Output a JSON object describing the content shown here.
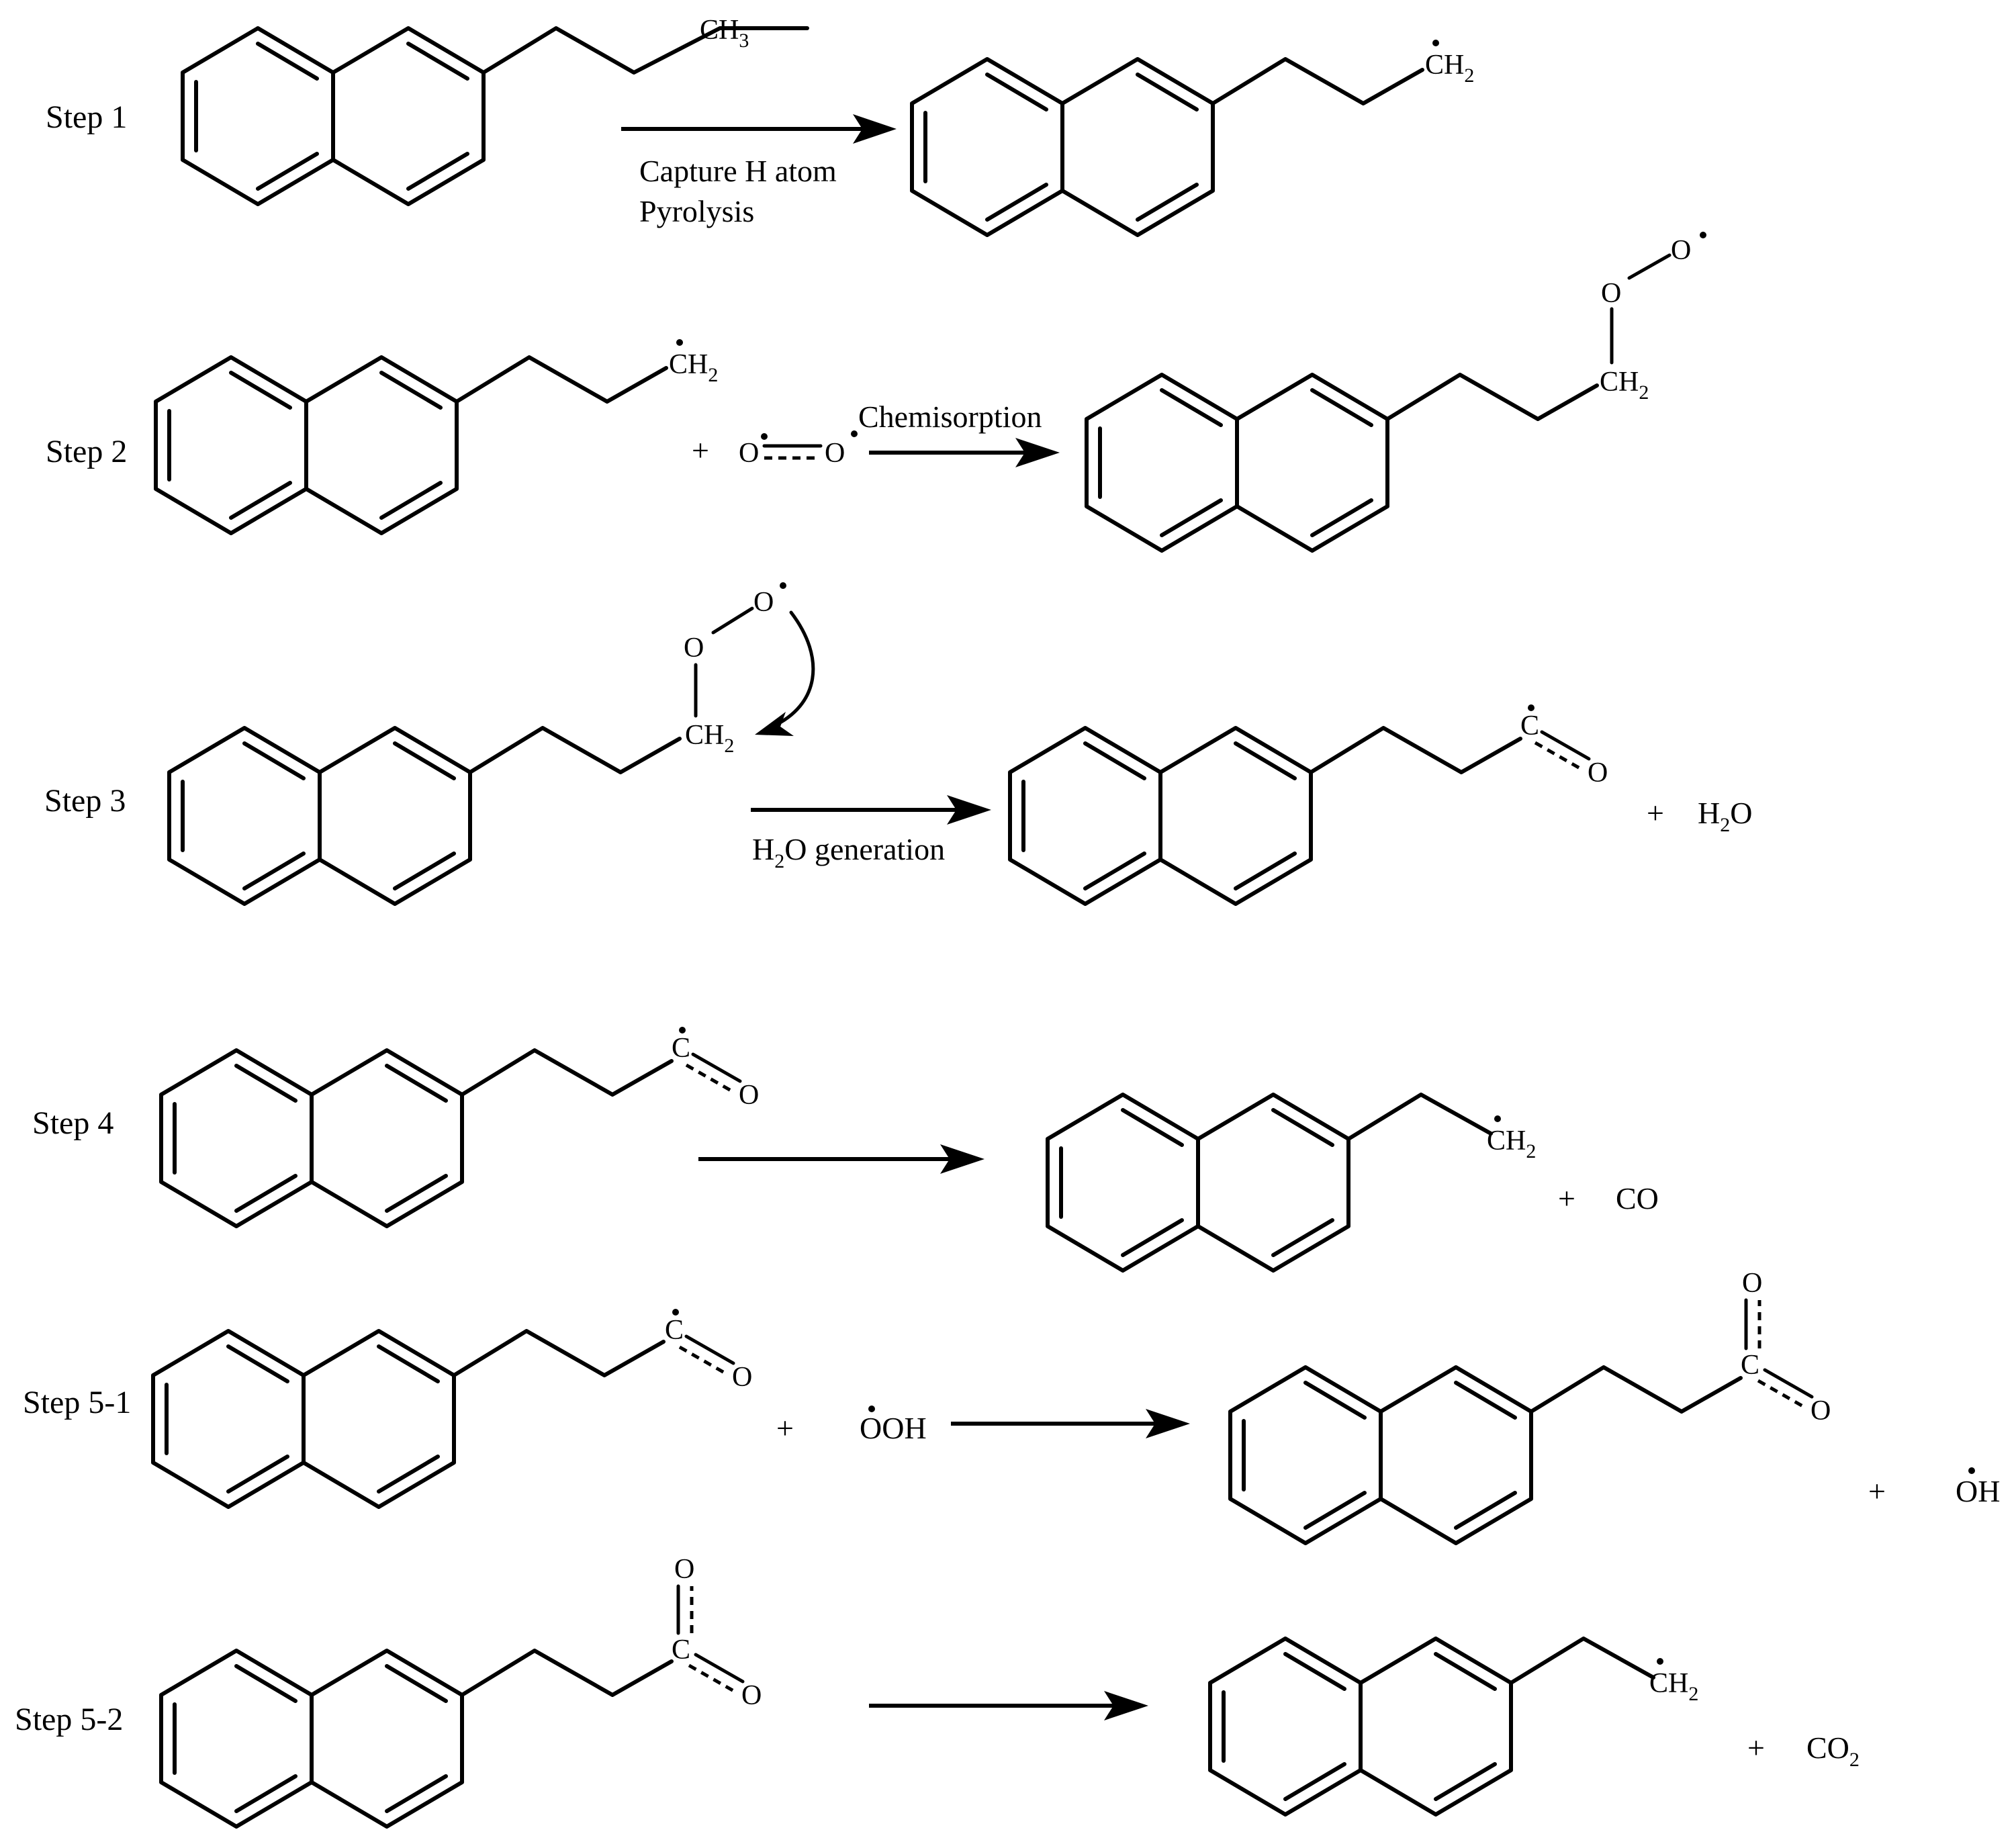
{
  "steps": [
    {
      "label": "Step 1",
      "condition_lines": [
        "Capture H atom",
        "Pyrolysis"
      ],
      "reactant_groups": [
        {
          "main": "CH",
          "sub": "3"
        }
      ],
      "product_groups": [
        {
          "main": "CH",
          "sub": "2",
          "radical": true
        }
      ],
      "byproduct": null
    },
    {
      "label": "Step 2",
      "condition_lines": [
        "Chemisorption"
      ],
      "reactant_groups": [
        {
          "main": "CH",
          "sub": "2",
          "radical": true
        }
      ],
      "co_reactant": "O=O diradical",
      "co_reactant_atoms": [
        "O",
        "O"
      ],
      "product_groups": [
        {
          "main": "CH",
          "sub": "2"
        },
        {
          "main": "O"
        },
        {
          "main": "O",
          "radical": true
        }
      ],
      "byproduct": null
    },
    {
      "label": "Step 3",
      "condition_lines": [
        {
          "pre": "H",
          "sub": "2",
          "post": "O generation"
        }
      ],
      "reactant_groups": [
        {
          "main": "CH",
          "sub": "2"
        },
        {
          "main": "O"
        },
        {
          "main": "O",
          "radical": true
        }
      ],
      "product_groups": [
        {
          "main": "C",
          "radical": true
        },
        {
          "main": "O"
        }
      ],
      "byproduct": {
        "pre": "H",
        "sub": "2",
        "post": "O"
      }
    },
    {
      "label": "Step 4",
      "condition_lines": [],
      "reactant_groups": [
        {
          "main": "C",
          "radical": true
        },
        {
          "main": "O"
        }
      ],
      "product_groups": [
        {
          "main": "CH",
          "sub": "2",
          "radical": true
        }
      ],
      "byproduct": {
        "pre": "CO",
        "sub": "",
        "post": ""
      }
    },
    {
      "label": "Step 5-1",
      "condition_lines": [],
      "reactant_groups": [
        {
          "main": "C",
          "radical": true
        },
        {
          "main": "O"
        }
      ],
      "co_reactant": "OOH",
      "product_groups": [
        {
          "main": "C"
        },
        {
          "main": "O"
        },
        {
          "main": "O"
        }
      ],
      "byproduct": {
        "pre": "OH",
        "sub": "",
        "post": "",
        "radical": true
      }
    },
    {
      "label": "Step 5-2",
      "condition_lines": [],
      "reactant_groups": [
        {
          "main": "C"
        },
        {
          "main": "O"
        },
        {
          "main": "O"
        }
      ],
      "product_groups": [
        {
          "main": "CH",
          "sub": "2",
          "radical": true
        }
      ],
      "byproduct": {
        "pre": "CO",
        "sub": "2",
        "post": ""
      }
    }
  ],
  "plus_sign": "+",
  "atom_O": "O",
  "atom_C": "C",
  "atom_CH": "CH",
  "sub_2": "2",
  "sub_3": "3",
  "ooh": "OOH",
  "oh": "OH",
  "co": "CO",
  "h": "H",
  "o_text": "O",
  "generation_text": "O generation"
}
